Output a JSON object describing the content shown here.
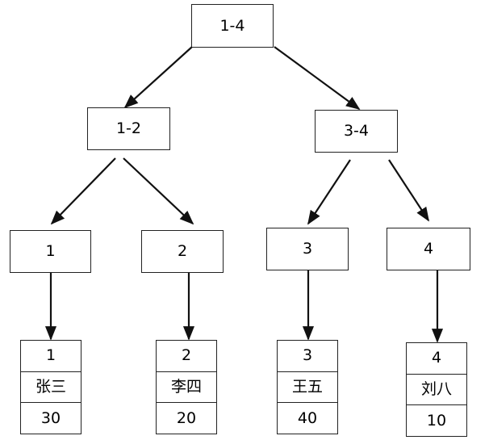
{
  "tree": {
    "root": {
      "label": "1-4"
    },
    "internal": [
      {
        "label": "1-2"
      },
      {
        "label": "3-4"
      }
    ],
    "index": [
      {
        "label": "1"
      },
      {
        "label": "2"
      },
      {
        "label": "3"
      },
      {
        "label": "4"
      }
    ],
    "records": [
      {
        "id": "1",
        "name": "张三",
        "value": "30"
      },
      {
        "id": "2",
        "name": "李四",
        "value": "20"
      },
      {
        "id": "3",
        "name": "王五",
        "value": "40"
      },
      {
        "id": "4",
        "name": "刘八",
        "value": "10"
      }
    ]
  }
}
